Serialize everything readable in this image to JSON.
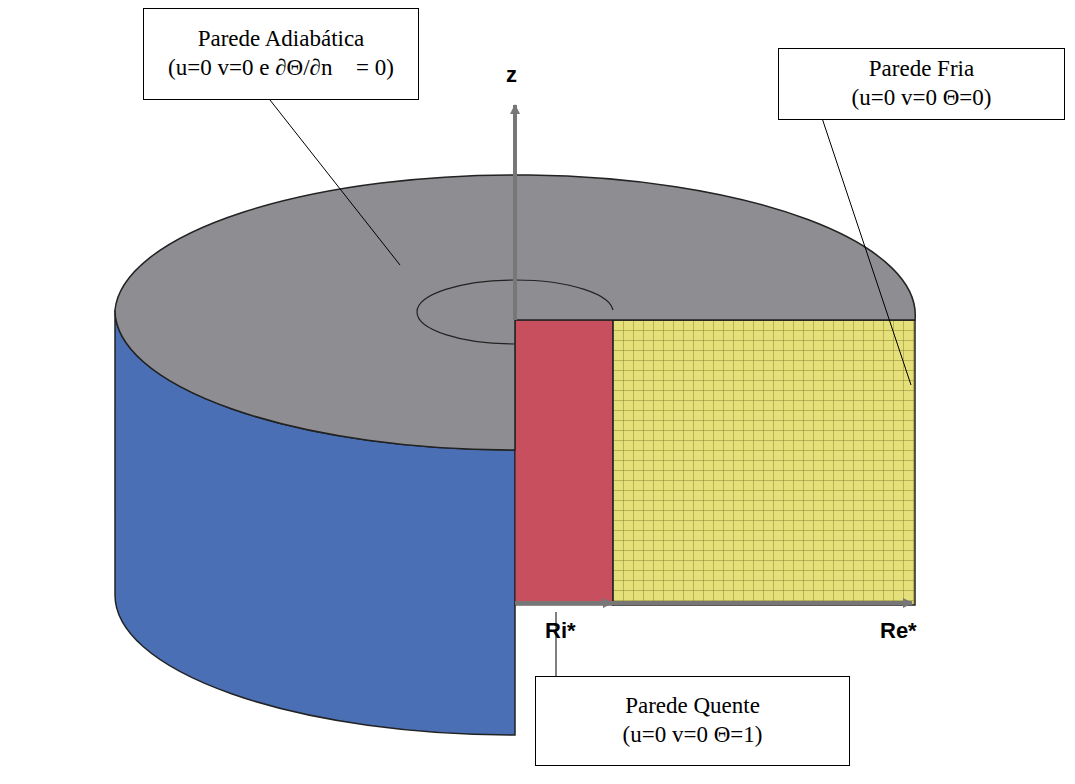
{
  "diagram": {
    "nodes": [
      {
        "text": [
          "Parede Adiabática",
          "(u=0 v=0 e ∂Θ/∂n⃗ = 0)"
        ]
      },
      {
        "text": [
          "Parede Fria",
          "(u=0 v=0 Θ=0)"
        ]
      },
      {
        "text": [
          "Parede Quente",
          "(u=0 v=0 Θ=1)"
        ]
      }
    ],
    "labels": [
      "z",
      "Ri*",
      "Re*"
    ]
  }
}
